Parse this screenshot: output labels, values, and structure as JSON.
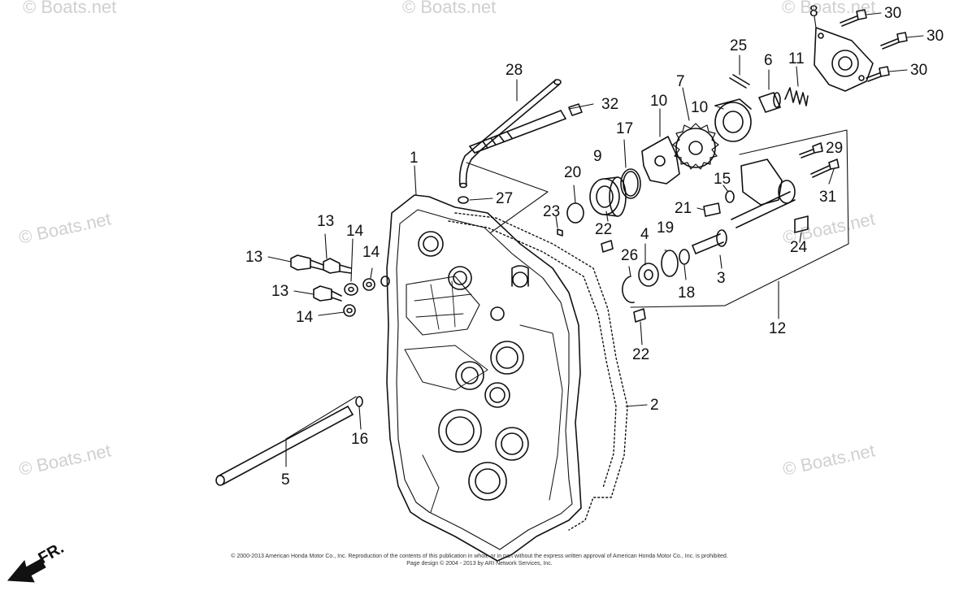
{
  "watermark": "© Boats.net",
  "callouts": [
    "1",
    "2",
    "3",
    "4",
    "5",
    "6",
    "7",
    "8",
    "9",
    "10",
    "10",
    "11",
    "12",
    "13",
    "13",
    "13",
    "14",
    "14",
    "14",
    "15",
    "16",
    "17",
    "18",
    "19",
    "20",
    "21",
    "22",
    "22",
    "23",
    "24",
    "25",
    "26",
    "27",
    "28",
    "29",
    "30",
    "30",
    "30",
    "31",
    "32"
  ],
  "footer": {
    "line1": "© 2000-2013 American Honda Motor Co., Inc. Reproduction of the contents of this publication in whole or in part without the express written approval of American Honda Motor Co., Inc. is prohibited.",
    "line2": "Page design © 2004 - 2013 by ARI Network Services, Inc."
  },
  "direction_label": "FR.",
  "colors": {
    "line": "#111111",
    "watermark": "#d0d0d0",
    "background": "#ffffff"
  }
}
